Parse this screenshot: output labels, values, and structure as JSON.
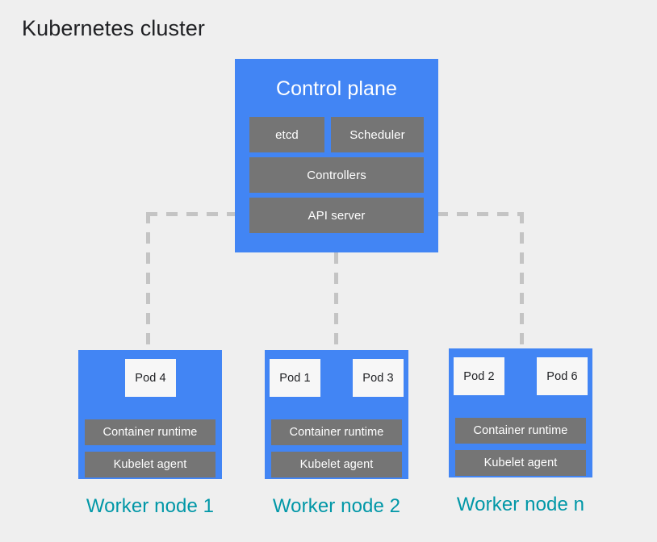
{
  "title": "Kubernetes cluster",
  "colors": {
    "background": "#EFEFEF",
    "node_blue": "#4285F4",
    "component_gray": "#757575",
    "pod_white": "#F7F7F7",
    "label_teal": "#0097A7",
    "connector_gray": "#C4C4C4",
    "title_text": "#202124"
  },
  "control_plane": {
    "title": "Control plane",
    "components": [
      {
        "label": "etcd"
      },
      {
        "label": "Scheduler"
      },
      {
        "label": "Controllers"
      },
      {
        "label": "API server"
      }
    ]
  },
  "worker_nodes": [
    {
      "label": "Worker node 1",
      "pods": [
        {
          "label": "Pod 4"
        }
      ],
      "components": [
        {
          "label": "Container runtime"
        },
        {
          "label": "Kubelet agent"
        }
      ]
    },
    {
      "label": "Worker node 2",
      "pods": [
        {
          "label": "Pod 1"
        },
        {
          "label": "Pod 3"
        }
      ],
      "components": [
        {
          "label": "Container runtime"
        },
        {
          "label": "Kubelet agent"
        }
      ]
    },
    {
      "label": "Worker node n",
      "pods": [
        {
          "label": "Pod 2"
        },
        {
          "label": "Pod 6"
        }
      ],
      "components": [
        {
          "label": "Container runtime"
        },
        {
          "label": "Kubelet agent"
        }
      ]
    }
  ],
  "connectors": [
    {
      "name": "api-server-to-worker-node-1"
    },
    {
      "name": "api-server-to-worker-node-2"
    },
    {
      "name": "api-server-to-worker-node-n"
    }
  ]
}
